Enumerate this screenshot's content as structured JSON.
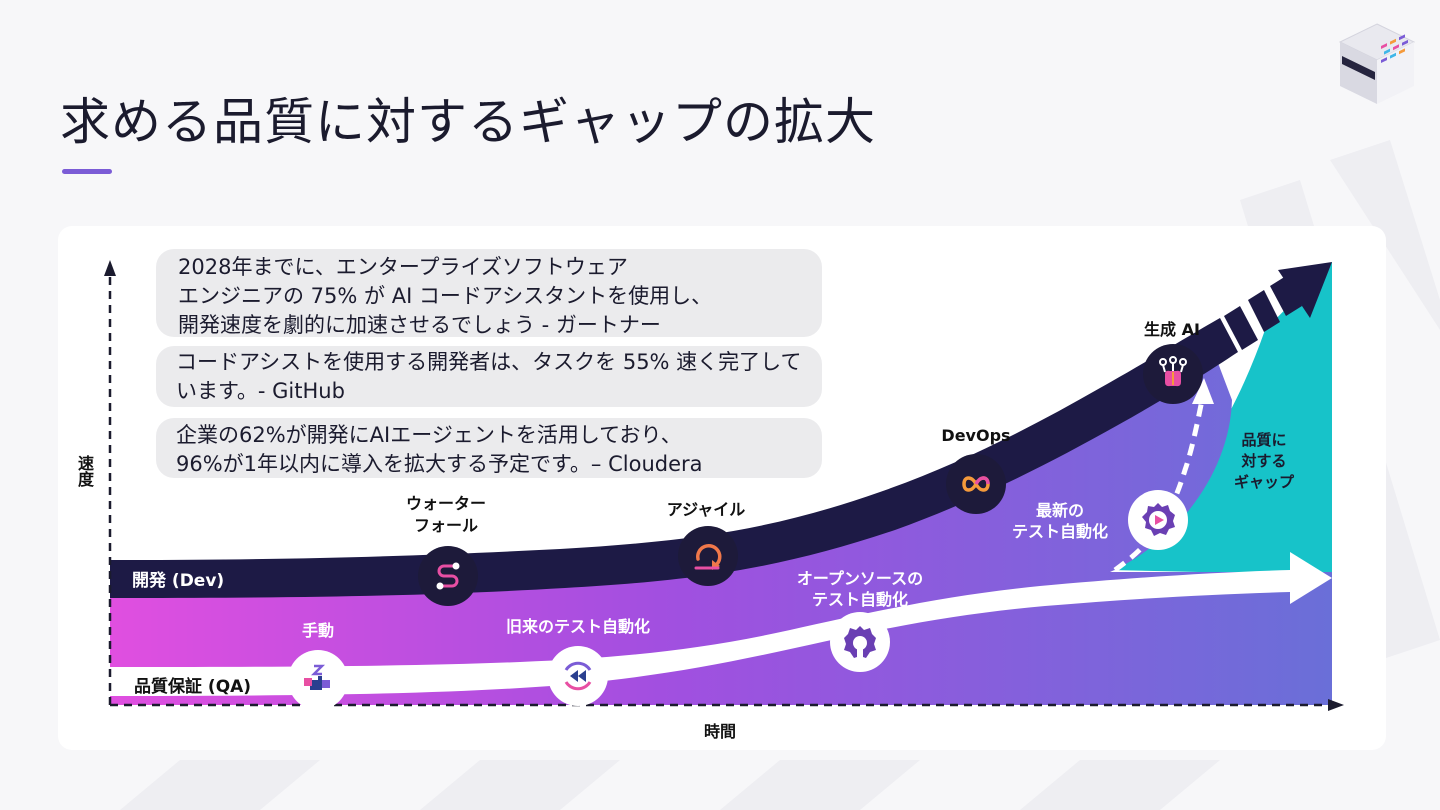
{
  "slide": {
    "title": "求める品質に対するギャップの拡大"
  },
  "quotes": [
    {
      "lines": [
        "2028年までに、エンタープライズソフトウェア",
        "エンジニアの 75% が AI コードアシスタントを使用し、",
        "開発速度を劇的に加速させるでしょう - ガートナー"
      ]
    },
    {
      "lines": [
        "コードアシストを使用する開発者は、タスクを 55% 速く完了して",
        "います。- GitHub"
      ]
    },
    {
      "lines": [
        "企業の62%が開発にAIエージェントを活用しており、",
        "96%が1年以内に導入を拡大する予定です。– Cloudera"
      ]
    }
  ],
  "axes": {
    "y_label": "速度",
    "x_label": "時間"
  },
  "bands": {
    "dev_label": "開発 (Dev)",
    "qa_label": "品質保証 (QA)",
    "gap_label": [
      "品質に",
      "対する",
      "ギャップ"
    ]
  },
  "dev_milestones": [
    {
      "label": [
        "ウォーター",
        "フォール"
      ],
      "icon": "workflow-icon"
    },
    {
      "label": [
        "アジャイル"
      ],
      "icon": "agile-loop-icon"
    },
    {
      "label": [
        "DevOps"
      ],
      "icon": "devops-infinity-icon"
    },
    {
      "label": [
        "生成 AI"
      ],
      "icon": "ai-brain-icon"
    }
  ],
  "qa_milestones": [
    {
      "label": [
        "手動"
      ],
      "icon": "manual-hand-icon"
    },
    {
      "label": [
        "旧来のテスト自動化"
      ],
      "icon": "rewind-icon"
    },
    {
      "label": [
        "オープンソースの",
        "テスト自動化"
      ],
      "icon": "open-source-icon"
    },
    {
      "label": [
        "最新の",
        "テスト自動化"
      ],
      "icon": "automation-gear-play-icon"
    }
  ],
  "colors": {
    "title": "#1b1b2e",
    "accent": "#7b5cd6",
    "dev_band": "#1d1a45",
    "gap_teal": "#17c3c9",
    "magenta": "#e04fe0",
    "violet": "#6a6fd8"
  }
}
